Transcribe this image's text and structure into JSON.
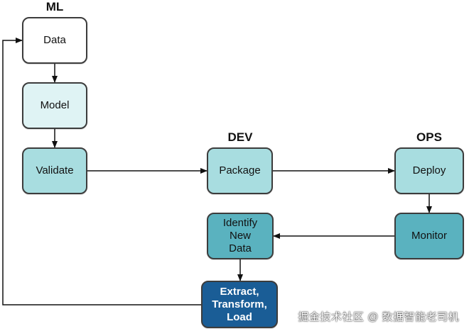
{
  "headings": {
    "ml": "ML",
    "dev": "DEV",
    "ops": "OPS"
  },
  "nodes": {
    "data": "Data",
    "model": "Model",
    "validate": "Validate",
    "package": "Package",
    "deploy": "Deploy",
    "monitor": "Monitor",
    "identify": [
      "Identify",
      "New",
      "Data"
    ],
    "etl": [
      "Extract,",
      "Transform,",
      "Load"
    ]
  },
  "colors": {
    "white": "#ffffff",
    "pale": "#dff3f4",
    "mid": "#a8dde0",
    "dark": "#5ab2bf",
    "navy": "#1a5d96",
    "line": "#111111"
  },
  "watermark": "掘金技术社区 @ 数据智能老司机"
}
